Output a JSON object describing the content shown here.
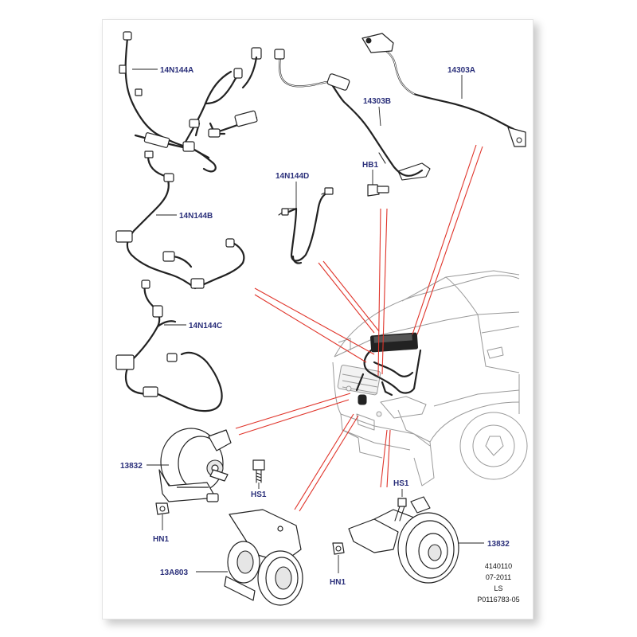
{
  "colors": {
    "label_text": "#2a2f7a",
    "callout_line": "#e0342a",
    "drawing_line": "#222222",
    "vehicle_outline": "#9a9a9a"
  },
  "labels": {
    "harness_a": "14N144A",
    "harness_b": "14N144B",
    "harness_c": "14N144C",
    "harness_d": "14N144D",
    "battery_cable_a": "14303A",
    "battery_cable_b": "14303B",
    "bolt_hb1": "HB1",
    "horn_left": "13832",
    "horn_right": "13832",
    "screw_hs1_left": "HS1",
    "screw_hs1_right": "HS1",
    "nut_hn1_left": "HN1",
    "nut_hn1_right": "HN1",
    "horn_pair": "13A803"
  },
  "stamp": {
    "code": "4140110",
    "date": "07-2011",
    "initials": "LS",
    "reference": "P0116783-05"
  }
}
